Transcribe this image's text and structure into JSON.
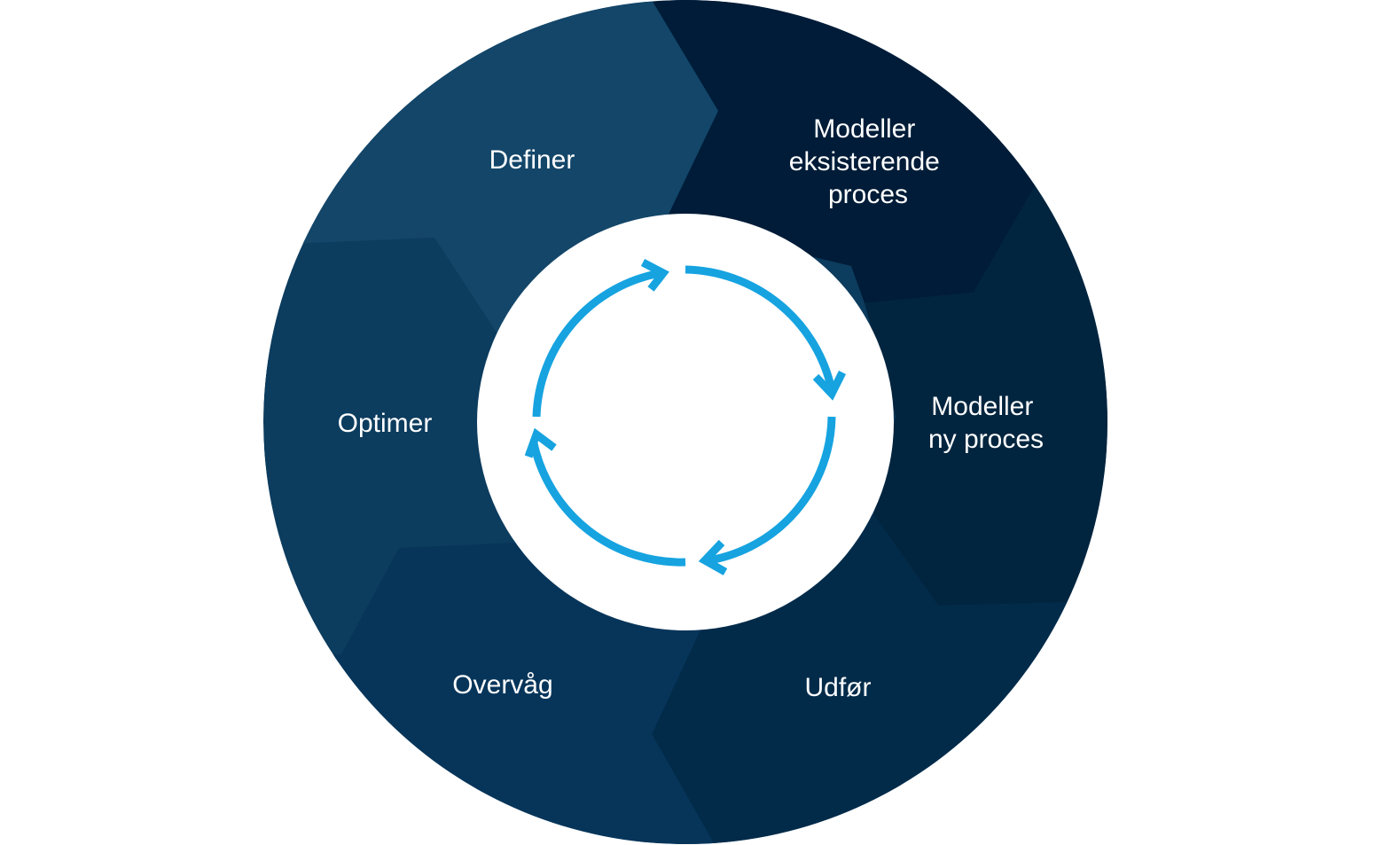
{
  "colors": {
    "ring_definer": "#134669",
    "ring_modeller_eksisterende": "#001c38",
    "ring_modeller_ny": "#02253f",
    "ring_udfoer": "#022b4a",
    "ring_overvaag": "#07355a",
    "ring_optimer": "#0c3c5e",
    "center_background": "#ffffff",
    "arrow_accent": "#16a3e0",
    "label_text": "#ffffff"
  },
  "stages": [
    {
      "id": "definer",
      "lines": [
        "Definer"
      ]
    },
    {
      "id": "modeller-eksisterende",
      "lines": [
        "Modeller",
        "eksisterende",
        "proces"
      ]
    },
    {
      "id": "modeller-ny",
      "lines": [
        "Modeller",
        "ny proces"
      ]
    },
    {
      "id": "udfoer",
      "lines": [
        "Udfør"
      ]
    },
    {
      "id": "overvaag",
      "lines": [
        "Overvåg"
      ]
    },
    {
      "id": "optimer",
      "lines": [
        "Optimer"
      ]
    }
  ],
  "center_icon": "cycle-arrows-icon"
}
